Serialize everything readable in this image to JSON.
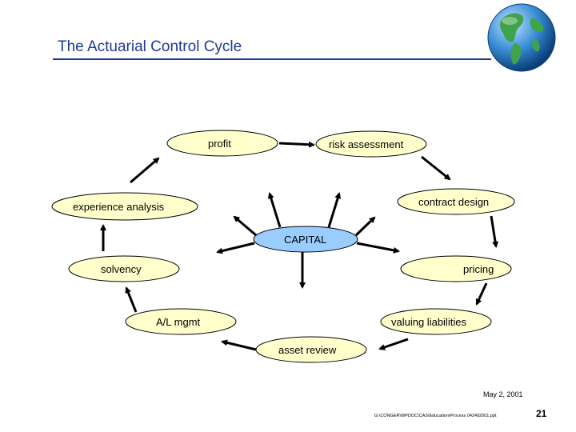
{
  "header": {
    "title": "The Actuarial Control Cycle"
  },
  "nodes": {
    "profit": "profit",
    "risk_assessment": "risk assessment",
    "experience_analysis": "experience analysis",
    "contract_design": "contract design",
    "capital": "CAPITAL",
    "solvency": "solvency",
    "pricing": "pricing",
    "al_mgmt": "A/L mgmt",
    "valuing_liabilities": "valuing liabilities",
    "asset_review": "asset review"
  },
  "footer": {
    "date": "May 2, 2001",
    "path": "G:\\CONGER\\WPDOC\\CAS\\Education\\Process 042492001.ppt",
    "page_number": "21"
  },
  "colors": {
    "ellipse_fill": "#ffffcc",
    "capital_fill": "#99ccff",
    "title_color": "#1f3a93"
  }
}
